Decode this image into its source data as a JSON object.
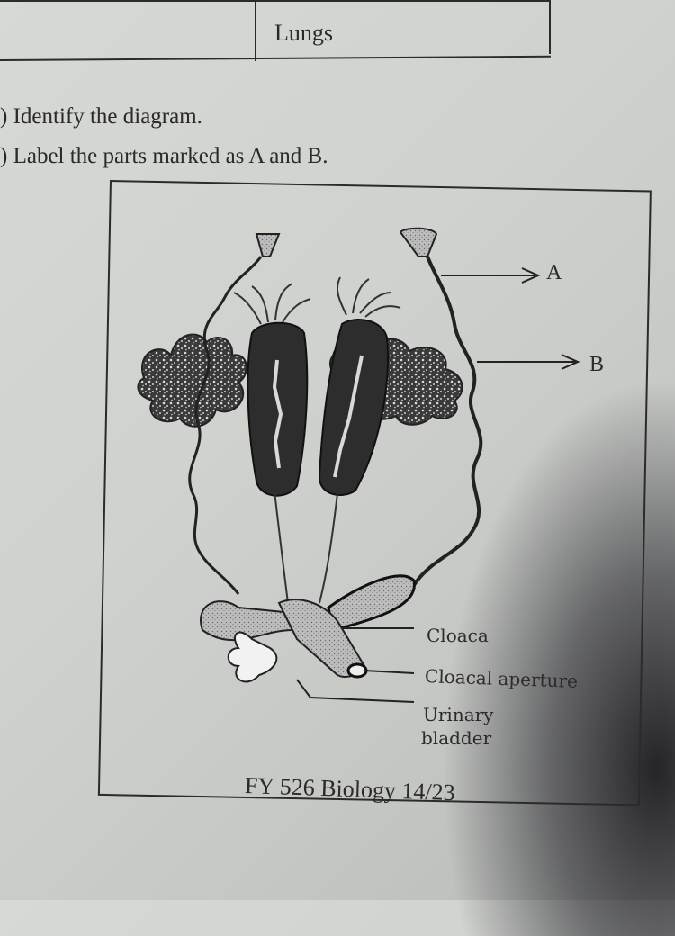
{
  "table": {
    "visible_cell": "Lungs"
  },
  "questions": [
    {
      "marker": ")",
      "text": "Identify the diagram."
    },
    {
      "marker": ")",
      "text": "Label the parts marked as A and B."
    }
  ],
  "diagram": {
    "markers": [
      "A",
      "B"
    ],
    "labels": {
      "cloaca": "Cloaca",
      "cloacal_aperture": "Cloacal  aperture",
      "urinary_bladder_line1": "Urinary",
      "urinary_bladder_line2": "bladder"
    }
  },
  "footer": "FY 526 Biology 14/23"
}
